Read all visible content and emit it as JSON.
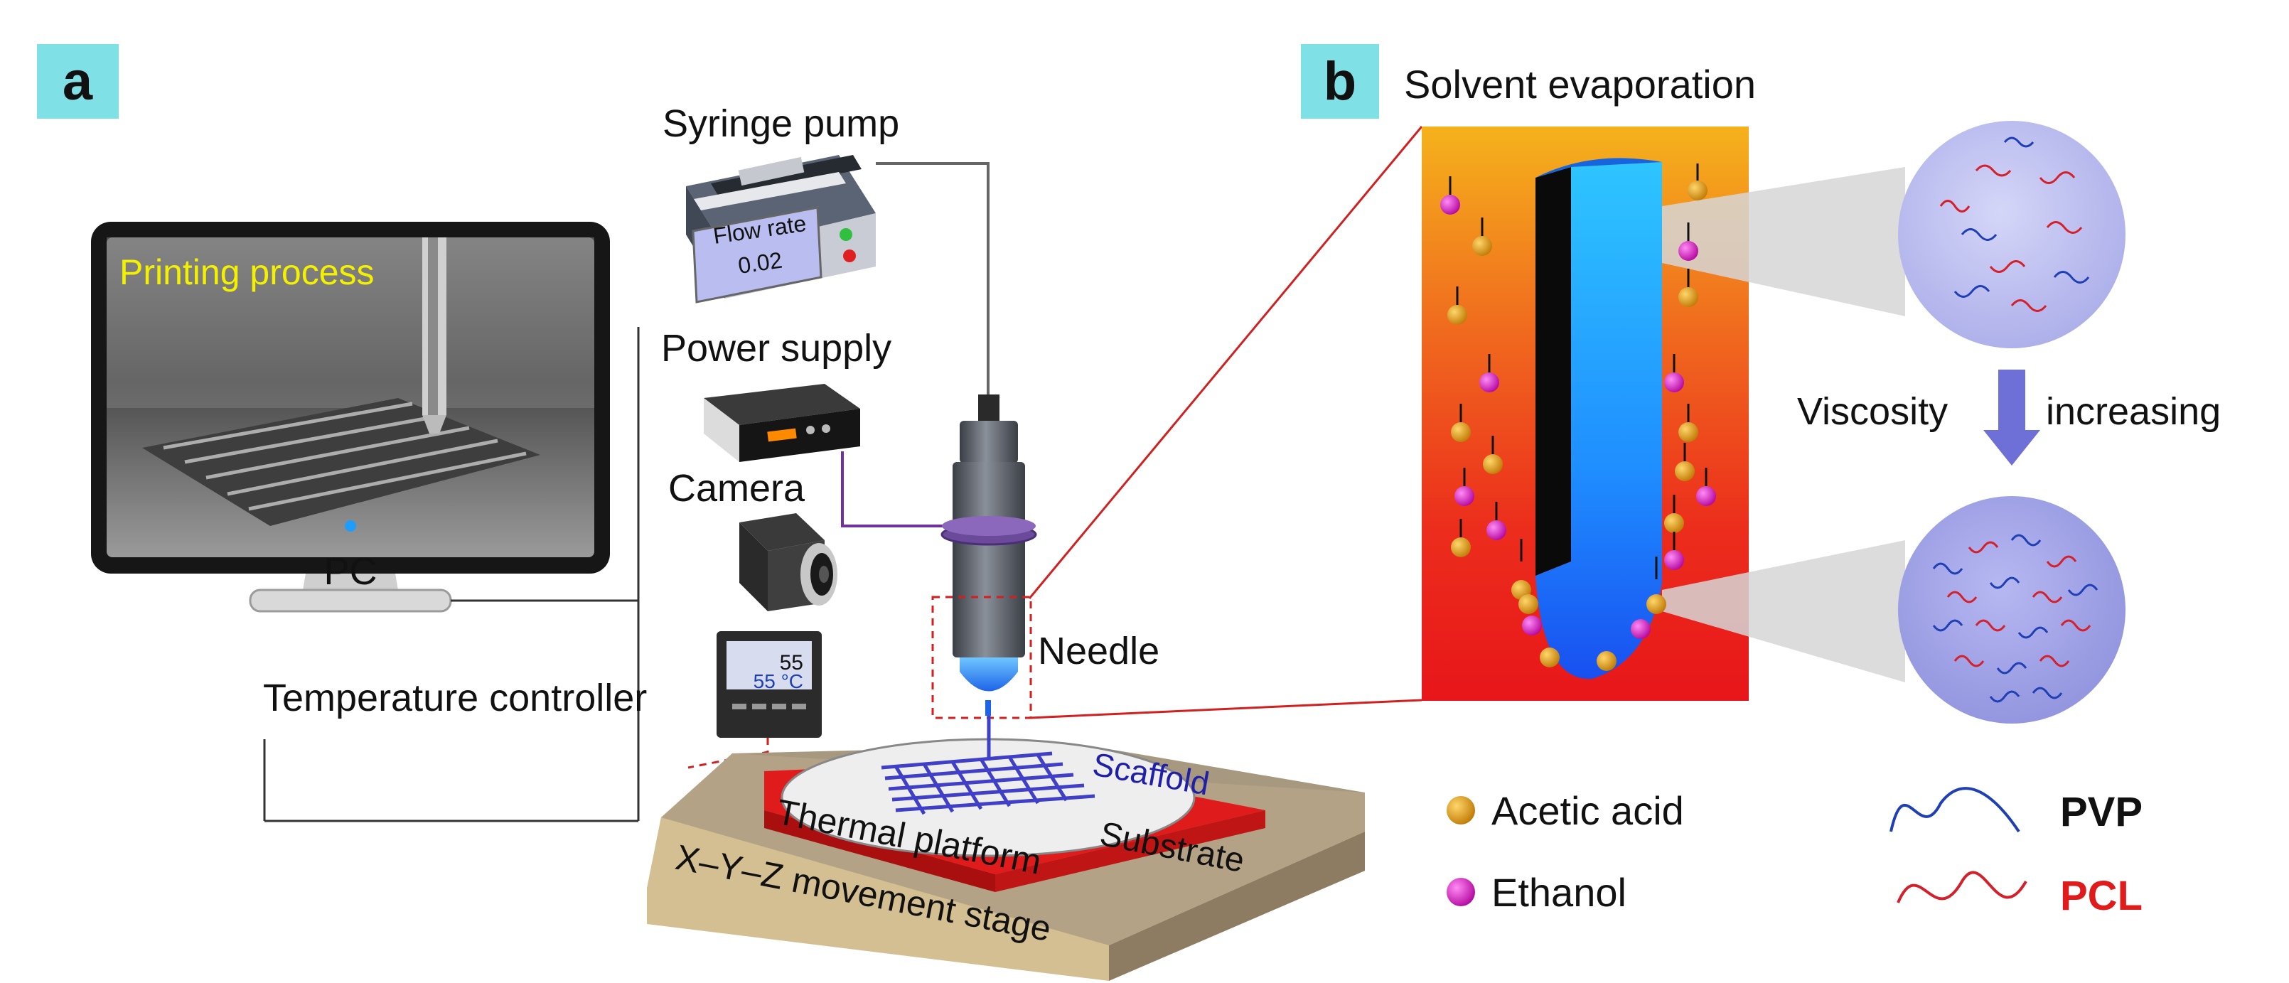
{
  "panels": {
    "a": {
      "letter": "a"
    },
    "b": {
      "letter": "b",
      "title": "Solvent  evaporation"
    }
  },
  "monitor": {
    "screen_text": "Printing process",
    "label": "PC"
  },
  "devices": {
    "syringe_pump": {
      "label": "Syringe pump",
      "display_line1": "Flow rate",
      "display_line2": "0.02"
    },
    "power_supply": {
      "label": "Power supply"
    },
    "camera": {
      "label": "Camera"
    },
    "temperature_controller": {
      "label": "Temperature controller",
      "reading_top": "55",
      "reading_bottom": "55 °C"
    },
    "needle": {
      "label": "Needle"
    }
  },
  "stage": {
    "scaffold": "Scaffold",
    "substrate": "Substrate",
    "thermal_platform": "Thermal platform",
    "movement_stage": "X–Y–Z movement stage"
  },
  "process": {
    "viscosity_left": "Viscosity",
    "viscosity_right": "increasing"
  },
  "legend": {
    "acetic_acid": "Acetic acid",
    "ethanol": "Ethanol",
    "pvp": "PVP",
    "pcl": "PCL"
  },
  "colors": {
    "panel_tab": "#7fe0e6",
    "screen_text": "#f3f000",
    "acetic_acid": "#e39a16",
    "ethanol": "#e02ad6",
    "pvp": "#1f3fb5",
    "pcl": "#d4202a",
    "thermal_platform": "#e01b1b",
    "stage_top": "#b8a991",
    "connector": "#7030a0"
  }
}
